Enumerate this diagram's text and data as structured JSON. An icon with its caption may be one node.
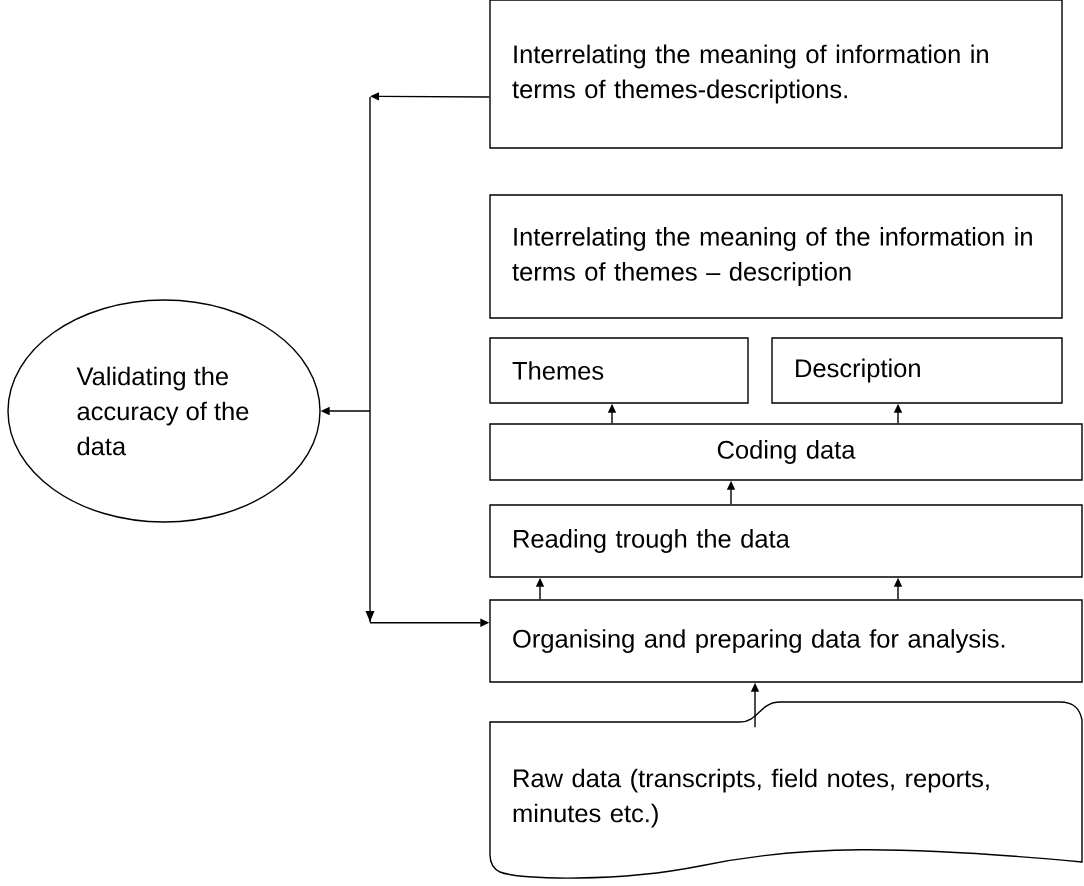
{
  "diagram": {
    "nodes": [
      {
        "text": [
          "Interrelating the meaning of information in terms of themes-descriptions."
        ]
      },
      {
        "text": [
          "Interrelating the meaning of the information in terms of themes – description"
        ]
      },
      {
        "text": [
          "Themes"
        ]
      },
      {
        "text": [
          "Description"
        ]
      },
      {
        "text": [
          "Coding data"
        ]
      },
      {
        "text": [
          "Reading  trough the data"
        ]
      },
      {
        "text": [
          "Organising  and preparing data for analysis."
        ]
      },
      {
        "text": [
          "Raw data (transcripts, field notes, reports, minutes etc.)"
        ]
      },
      {
        "text": [
          "Validating the accuracy of the data"
        ]
      },
      {
        "text": [],
        "shape": "bar"
      }
    ],
    "edges": [
      {
        "from": 0,
        "to": 9,
        "arrow": "to"
      },
      {
        "from": 9,
        "to": 8,
        "arrow": "to"
      },
      {
        "from": 9,
        "to": 6,
        "arrow": "to"
      },
      {
        "from": 6,
        "to": 5,
        "arrow": "to"
      },
      {
        "from": 6,
        "to": 5,
        "arrow": "to"
      },
      {
        "from": 5,
        "to": 4,
        "arrow": "to"
      },
      {
        "from": 4,
        "to": 2,
        "arrow": "to"
      },
      {
        "from": 4,
        "to": 3,
        "arrow": "to"
      },
      {
        "from": 7,
        "to": 6,
        "arrow": "to"
      }
    ]
  }
}
